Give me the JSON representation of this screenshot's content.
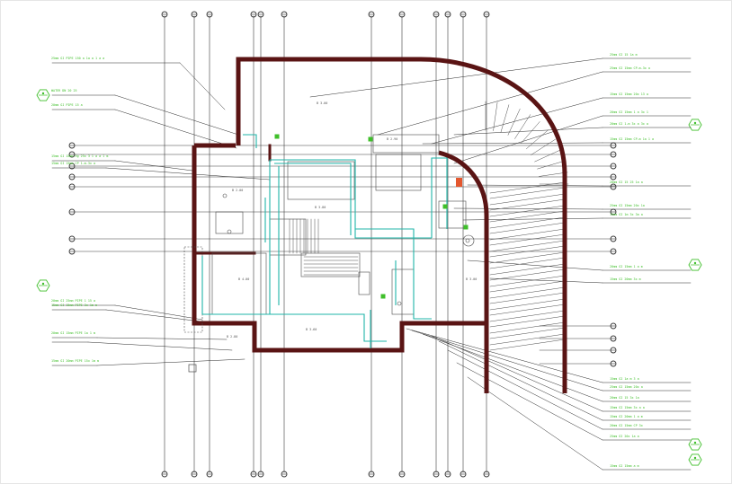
{
  "drawing": {
    "colors": {
      "background": "#ffffff",
      "wall": "#5a1414",
      "grid": "#3a3a3a",
      "leader": "#2a2a2a",
      "annotation": "#3fbf2a",
      "marker": "#3fbf2a",
      "pipe": "#1fb5a8",
      "outline": "#4a4a4a"
    },
    "icons": [
      "grid-bubble-icon",
      "section-marker-icon",
      "pipe-riser-icon"
    ],
    "notes": {
      "left": [
        "25mm GI PIPE 150 a 1a a 1 a a",
        "WATER DN 20 25",
        "20mm GI PIPE 15 a",
        "15mm GI 15mm Hg 25x 3 1 a a 1 m",
        "15mm GI 15mm CP 1-m-3x a",
        "20mm GI 25mm PIPE 1 15 a",
        "15mm GI 15mm PIPE 3x 1m m",
        "20mm GI 15mm PIPE 1a 1 m",
        "15mm GI 20mm PIPE 15x 1m m"
      ],
      "right": [
        "25mm GI 15 1a m",
        "25mm GI 15mm CP-m-3x a",
        "15mm GI 15mm 20x 13 a",
        "20mm GI 15mm 1 a 3x 1",
        "20mm GI 1-m 3x a 3x a",
        "15mm GI 15mm CP-m 1a 1 a",
        "20mm GI 15 25 1a a",
        "25mm GI 15mm 20x 1a",
        "15mm GI 1m 3x 3a a",
        "20mm GI 15mm 1 a m",
        "15mm GI 20mm 3x m",
        "15mm GI 1a m 3 a",
        "25mm GI 15mm 20x a",
        "20mm GI 15 3x 1a",
        "15mm GI 15mm 3x a a",
        "15mm GI 20mm 1 a m",
        "20mm GI 15mm CP 3x",
        "25mm GI 20x 1a a",
        "15mm GI 15mm a m"
      ]
    },
    "room_tags": [
      "B 3.00",
      "B 2.00",
      "B 3.80",
      "B 2.90",
      "B 4.00",
      "B 3.00",
      "B 3.60",
      "B 2.80"
    ]
  }
}
